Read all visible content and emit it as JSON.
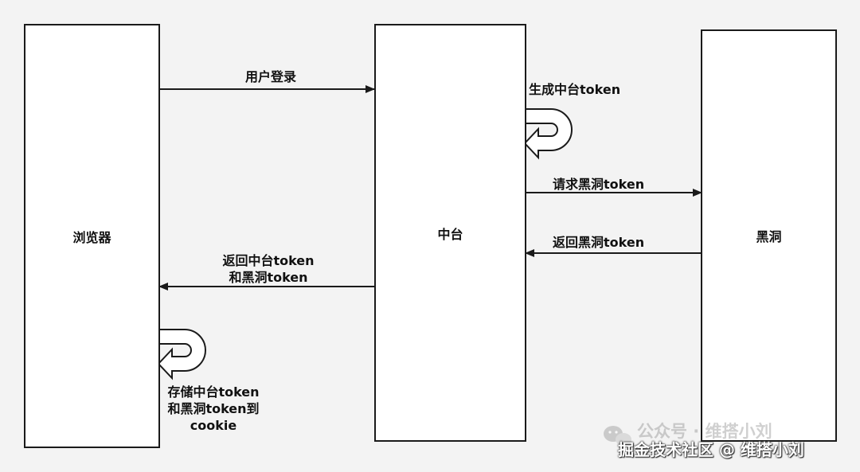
{
  "nodes": {
    "browser": "浏览器",
    "middle": "中台",
    "blackhole": "黑洞"
  },
  "edges": {
    "login": "用户登录",
    "gen_token": "生成中台token",
    "request_bh": "请求黑洞token",
    "return_bh": "返回黑洞token",
    "return_both_l1": "返回中台token",
    "return_both_l2": "和黑洞token",
    "store_l1": "存储中台token",
    "store_l2": "和黑洞token到",
    "store_l3": "cookie"
  },
  "watermark": {
    "wechat": "公众号 · 维搭小刘",
    "juejin": "掘金技术社区 @ 维搭小刘"
  },
  "colors": {
    "line": "#1a1a1a",
    "background": "#f3f3f3",
    "box": "#ffffff"
  }
}
